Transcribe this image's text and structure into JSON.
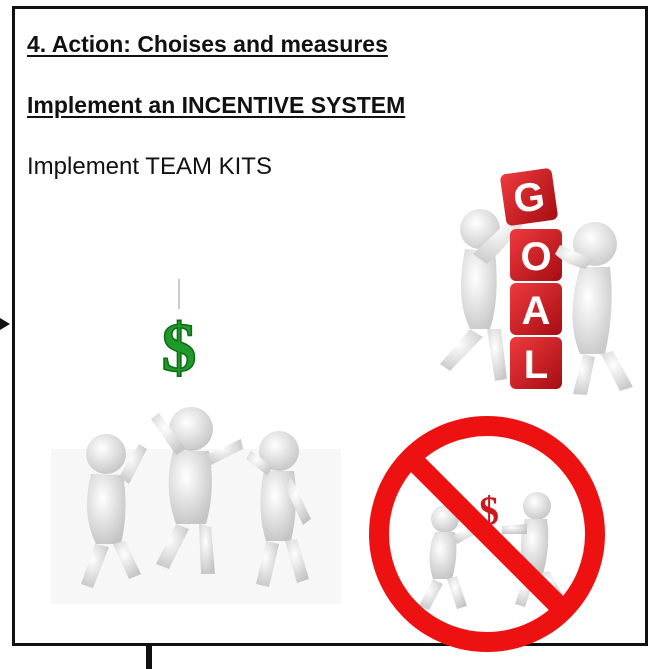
{
  "slide": {
    "heading": "4. Action: Choises and measures",
    "subheading": "Implement an INCENTIVE SYSTEM",
    "body": "Implement TEAM KITS"
  },
  "illustrations": {
    "goal_cubes": {
      "letters": [
        "G",
        "O",
        "A",
        "L"
      ]
    },
    "money_figures": {
      "symbol": "$"
    },
    "no_sign": {
      "symbol": "$"
    }
  },
  "colors": {
    "text": "#111111",
    "cube_red": "#d0151c",
    "dollar_green": "#1f9a2a",
    "prohibition_red": "#ee1111",
    "figure_gray": "#e6e6e6"
  }
}
